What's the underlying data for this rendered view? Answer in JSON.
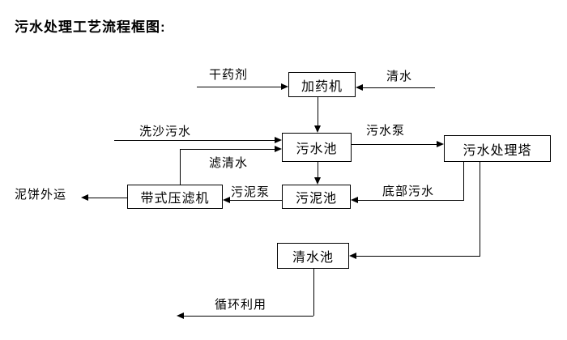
{
  "title": "污水处理工艺流程框图:",
  "diagram": {
    "nodes": {
      "dosing_machine": "加药机",
      "sewage_pool": "污水池",
      "treatment_tower": "污水处理塔",
      "belt_filter_press": "带式压滤机",
      "sludge_pool": "污泥池",
      "clean_water_pool": "清水池"
    },
    "flow_labels": {
      "dry_chemical": "干药剂",
      "clean_water": "清水",
      "sand_washing_sewage": "洗沙污水",
      "sewage_pump": "污水泵",
      "filtered_water": "滤清水",
      "sludge_pump": "污泥泵",
      "bottom_sewage": "底部污水",
      "mud_cake_out": "泥饼外运",
      "recycle": "循环利用"
    },
    "colors": {
      "line": "#000000",
      "text": "#000000",
      "background": "#ffffff"
    }
  }
}
